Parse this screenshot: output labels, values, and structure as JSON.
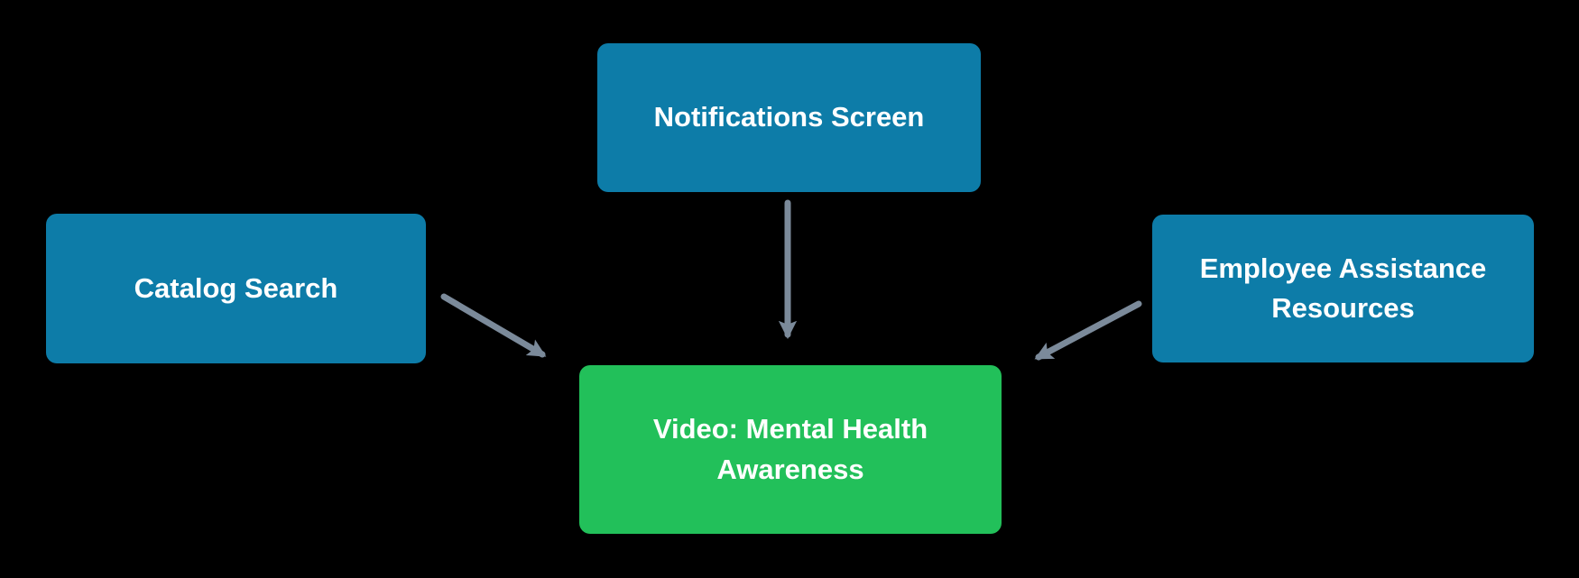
{
  "diagram": {
    "colors": {
      "background": "#000000",
      "node_screen": "#0d7ca8",
      "node_content": "#22c05a",
      "arrow": "#7b8a9a",
      "label": "#ffffff"
    },
    "nodes": [
      {
        "id": "notifications",
        "label": "Notifications Screen",
        "type": "screen"
      },
      {
        "id": "catalog-search",
        "label": "Catalog Search",
        "type": "screen"
      },
      {
        "id": "employee-assistance",
        "label": "Employee Assistance Resources",
        "type": "screen"
      },
      {
        "id": "video-mental-health",
        "label": "Video: Mental Health Awareness",
        "type": "content"
      }
    ],
    "edges": [
      {
        "from": "catalog-search",
        "to": "video-mental-health"
      },
      {
        "from": "notifications",
        "to": "video-mental-health"
      },
      {
        "from": "employee-assistance",
        "to": "video-mental-health"
      }
    ]
  }
}
